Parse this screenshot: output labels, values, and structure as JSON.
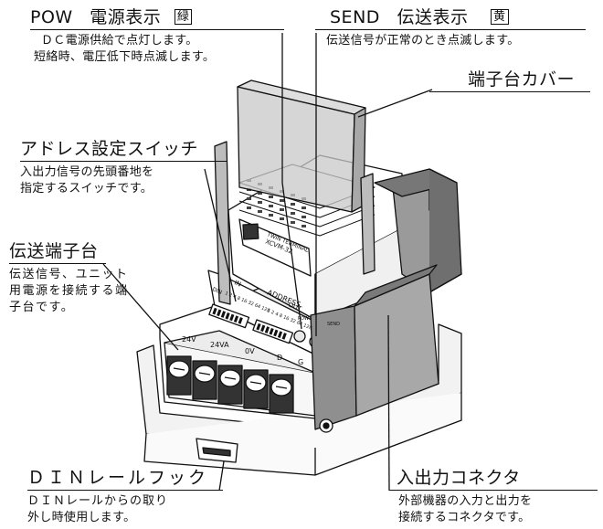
{
  "callouts": {
    "pow": {
      "name": "POW",
      "title": "電源表示",
      "color": "緑",
      "lines": [
        "ＤＣ電源供給で点灯します。",
        "短絡時、電圧低下時点滅します。"
      ]
    },
    "send": {
      "name": "SEND",
      "title": "伝送表示",
      "color": "黄",
      "lines": [
        "伝送信号が正常のとき点滅します。"
      ]
    },
    "terminal_cover": {
      "title": "端子台カバー"
    },
    "address_switch": {
      "title": "アドレス設定スイッチ",
      "lines": [
        "入出力信号の先頭番地を",
        "指定するスイッチです。"
      ]
    },
    "transmission_terminal": {
      "title": "伝送端子台",
      "lines": [
        "伝送信号、ユニット",
        "用電源を接続する端",
        "子台です。"
      ]
    },
    "din_hook": {
      "title": "ＤＩＮレールフック",
      "lines": [
        "ＤＩＮレールからの取り",
        "外し時使用します。"
      ]
    },
    "io_connector": {
      "title": "入出力コネクタ",
      "lines": [
        "外部機器の入力と出力を",
        "接続するコネクタです。"
      ]
    }
  },
  "device": {
    "label_line1": "TWIN TERMINAL",
    "label_line2": "XCVM-32",
    "address_label": "ADDRESS",
    "in_label": "IN",
    "out_label": "OUT",
    "din_label": "DIN",
    "pow_label": "POW",
    "send_label": "SEND",
    "in_digits": "1 2 4 8 16 32 64 128",
    "out_digits": "1 2 4 8 16 32 64 128",
    "terminals": [
      "24V",
      "24VA",
      "0V",
      "D",
      "G"
    ]
  }
}
